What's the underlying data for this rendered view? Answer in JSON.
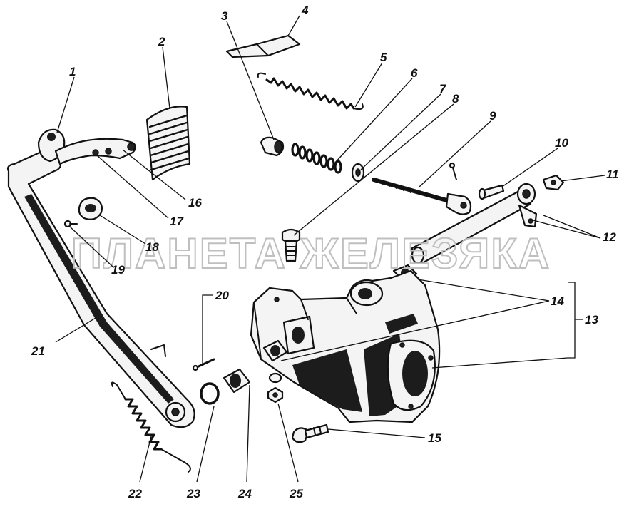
{
  "diagram": {
    "watermark": "ПЛАНЕТА ЖЕЛЕЗЯКА",
    "callouts": [
      {
        "id": "1",
        "label": "1"
      },
      {
        "id": "2",
        "label": "2"
      },
      {
        "id": "3",
        "label": "3"
      },
      {
        "id": "4",
        "label": "4"
      },
      {
        "id": "5",
        "label": "5"
      },
      {
        "id": "6",
        "label": "6"
      },
      {
        "id": "7",
        "label": "7"
      },
      {
        "id": "8",
        "label": "8"
      },
      {
        "id": "9",
        "label": "9"
      },
      {
        "id": "10",
        "label": "10"
      },
      {
        "id": "11",
        "label": "11"
      },
      {
        "id": "12",
        "label": "12"
      },
      {
        "id": "13",
        "label": "13"
      },
      {
        "id": "14",
        "label": "14"
      },
      {
        "id": "15",
        "label": "15"
      },
      {
        "id": "16",
        "label": "16"
      },
      {
        "id": "17",
        "label": "17"
      },
      {
        "id": "18",
        "label": "18"
      },
      {
        "id": "19",
        "label": "19"
      },
      {
        "id": "20",
        "label": "20"
      },
      {
        "id": "21",
        "label": "21"
      },
      {
        "id": "22",
        "label": "22"
      },
      {
        "id": "23",
        "label": "23"
      },
      {
        "id": "24",
        "label": "24"
      },
      {
        "id": "25",
        "label": "25"
      }
    ]
  }
}
